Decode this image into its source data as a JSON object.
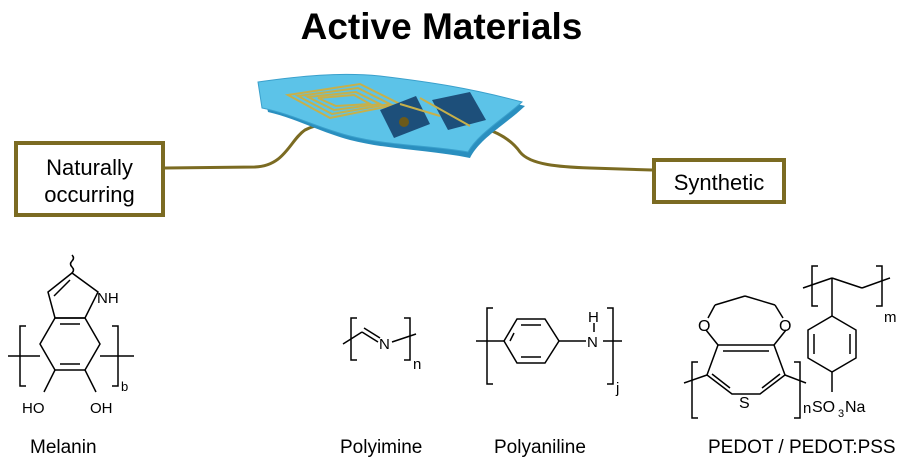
{
  "title": "Active Materials",
  "categories": {
    "natural_line1": "Naturally",
    "natural_line2": "occurring",
    "synthetic": "Synthetic"
  },
  "captions": {
    "melanin": "Melanin",
    "polyimine": "Polyimine",
    "polyaniline": "Polyaniline",
    "pedot": "PEDOT / PEDOT:PSS"
  },
  "atoms": {
    "melanin_nh": "NH",
    "melanin_ho": "HO",
    "melanin_oh": "OH",
    "melanin_sub": "b",
    "polyimine_n": "N",
    "polyimine_sub": "n",
    "polyaniline_h": "H",
    "polyaniline_n": "N",
    "polyaniline_sub": "j",
    "pedot_o1": "O",
    "pedot_o2": "O",
    "pedot_s": "S",
    "pedot_sub": "n",
    "pss_so3": "SO",
    "pss_3": "3",
    "pss_na": "Na",
    "pss_sub": "m"
  },
  "colors": {
    "box_border": "#7b6b22",
    "wire": "#7b6b22",
    "device_sheet": "#4fb6e0",
    "device_dark": "#1d4f7a"
  }
}
